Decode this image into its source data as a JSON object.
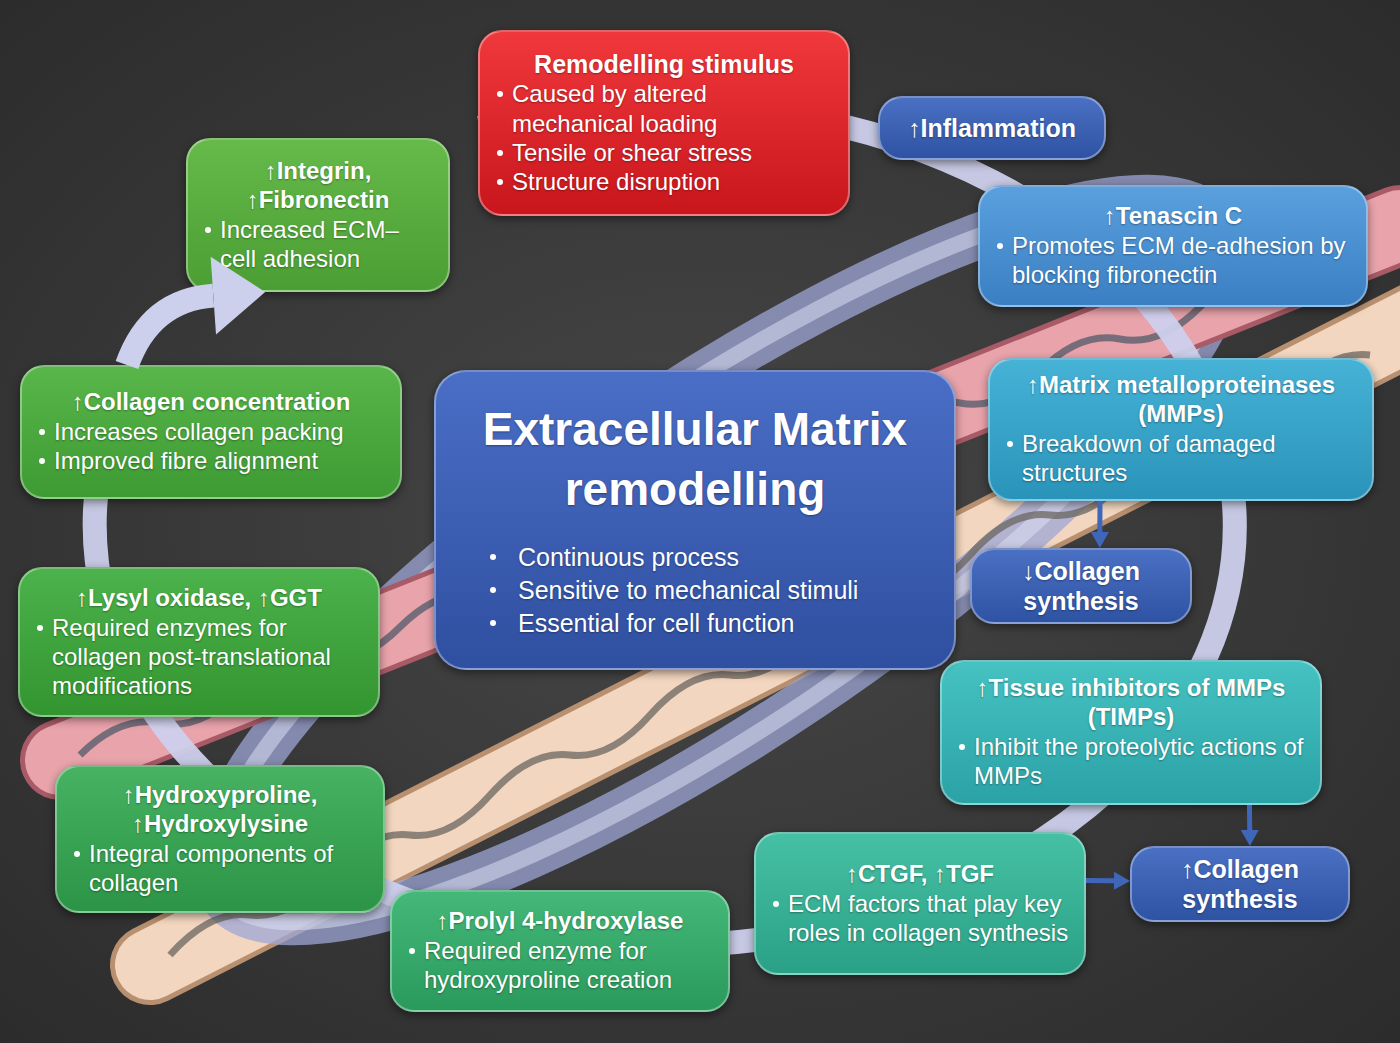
{
  "diagram": {
    "nodes": [
      {
        "text": [
          "Remodelling stimulus",
          "Caused by altered mechanical loading",
          "Tensile or shear stress",
          "Structure disruption"
        ]
      },
      {
        "text": [
          "↑Inflammation"
        ]
      },
      {
        "text": [
          "↑Tenascin C",
          "Promotes ECM de-adhesion by blocking fibronectin"
        ]
      },
      {
        "text": [
          "↑Matrix metalloproteinases (MMPs)",
          "Breakdown of damaged structures"
        ]
      },
      {
        "text": [
          "↓Collagen synthesis"
        ]
      },
      {
        "text": [
          "↑Tissue inhibitors of MMPs (TIMPs)",
          "Inhibit the proteolytic actions of MMPs"
        ]
      },
      {
        "text": [
          "↑Collagen synthesis"
        ]
      },
      {
        "text": [
          "↑CTGF, ↑TGF",
          "ECM factors that play key roles in collagen synthesis"
        ]
      },
      {
        "text": [
          "↑Prolyl 4-hydroxylase",
          "Required enzyme for hydroxyproline creation"
        ]
      },
      {
        "text": [
          "↑Hydroxyproline, ↑Hydroxylysine",
          "Integral components of collagen"
        ]
      },
      {
        "text": [
          "↑Lysyl oxidase, ↑GGT",
          "Required enzymes for collagen post-translational modifications"
        ]
      },
      {
        "text": [
          "↑Collagen concentration",
          "Increases collagen packing",
          "Improved fibre alignment"
        ]
      },
      {
        "text": [
          "↑Integrin, ↑Fibronectin",
          "Increased ECM–cell adhesion"
        ]
      },
      {
        "text": [
          "Extracellular Matrix remodelling",
          "Continuous process",
          "Sensitive to mechanical stimuli",
          "Essential for cell function"
        ]
      }
    ],
    "edges": [
      {
        "from": 3,
        "to": 4,
        "arrow": "to"
      },
      {
        "from": 5,
        "to": 6,
        "arrow": "to"
      },
      {
        "from": 7,
        "to": 6,
        "arrow": "to"
      },
      {
        "from": 11,
        "to": 12,
        "arrow": "to"
      }
    ]
  }
}
